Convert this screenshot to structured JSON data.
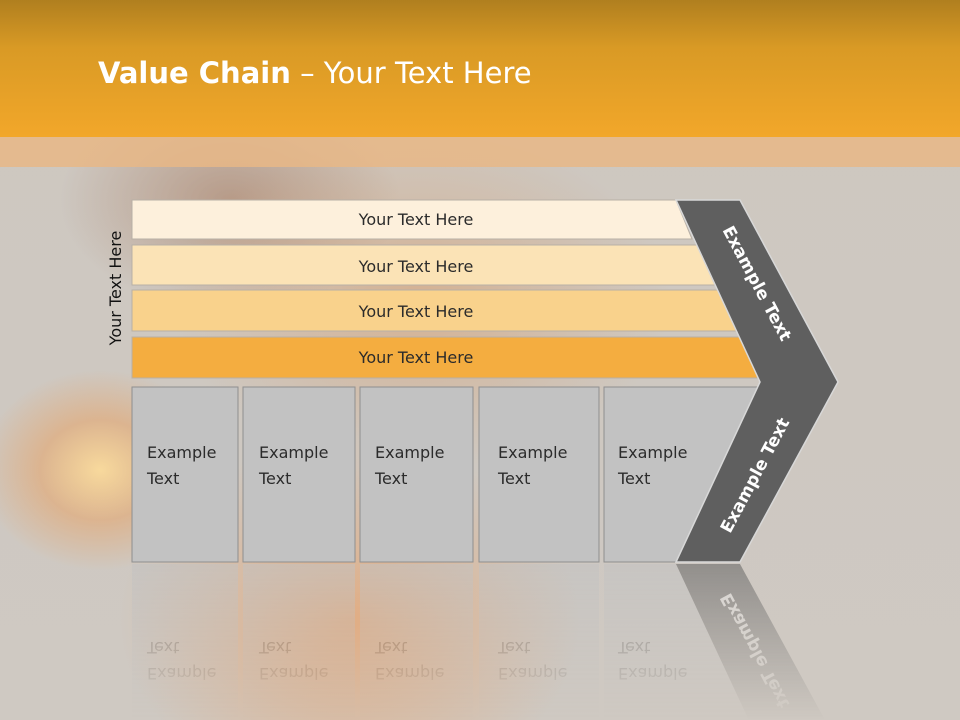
{
  "slide": {
    "title_bold": "Value Chain",
    "title_rest": " – Your Text Here"
  },
  "side_label": "Your Text Here",
  "support_bars": [
    {
      "label": "Your Text Here",
      "color": "#fdf0dc"
    },
    {
      "label": "Your Text Here",
      "color": "#fbe3b6"
    },
    {
      "label": "Your Text Here",
      "color": "#f9d28c"
    },
    {
      "label": "Your Text Here",
      "color": "#f4ad40"
    }
  ],
  "primary_boxes": [
    {
      "line1": "Example",
      "line2": "Text"
    },
    {
      "line1": "Example",
      "line2": "Text"
    },
    {
      "line1": "Example",
      "line2": "Text"
    },
    {
      "line1": "Example",
      "line2": "Text"
    },
    {
      "line1": "Example",
      "line2": "Text"
    }
  ],
  "margin_arrow": {
    "upper_label": "Example Text",
    "lower_label": "Example Text",
    "color": "#5f5f5f"
  },
  "colors": {
    "header": "#f2a72a",
    "box_fill": "#c2c2c2",
    "box_border": "#8f8f8f",
    "text_dark": "#2b2b2b"
  }
}
